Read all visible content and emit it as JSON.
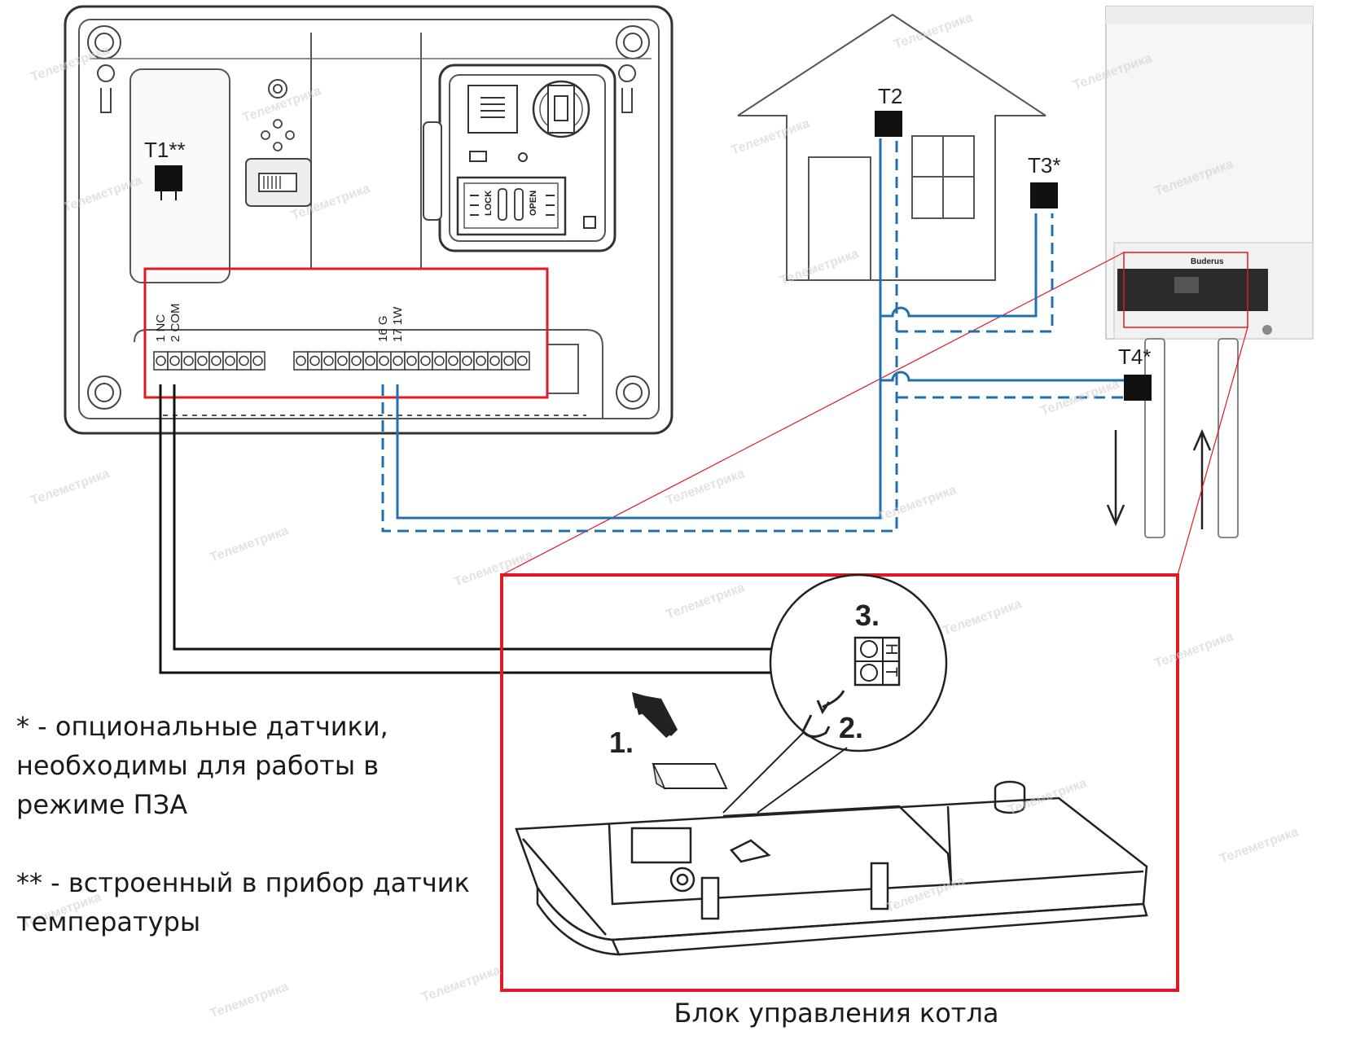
{
  "sensors": {
    "t1": "T1**",
    "t2": "T2",
    "t3": "T3*",
    "t4": "T4*"
  },
  "terminal_labels": {
    "nc": "1 NC",
    "com": "2 COM",
    "g": "16 G",
    "w": "17 1W"
  },
  "sim_labels": {
    "lock": "LOCK",
    "open": "OPEN"
  },
  "boiler": {
    "brand": "Buderus"
  },
  "steps": {
    "s1": "1.",
    "s2": "2.",
    "s3": "3."
  },
  "contacts": {
    "h": "H",
    "t": "T"
  },
  "legend": {
    "line1": "* - опциональные датчики,",
    "line2": "необходимы для работы в",
    "line3": "режиме ПЗА",
    "line4": "** - встроенный в прибор датчик",
    "line5": "температуры"
  },
  "caption": "Блок управления котла",
  "watermark": "Телеметрика",
  "colors": {
    "wire_blue": "#1f6fb2",
    "highlight_red": "#e01a22",
    "wire_black": "#111111"
  }
}
